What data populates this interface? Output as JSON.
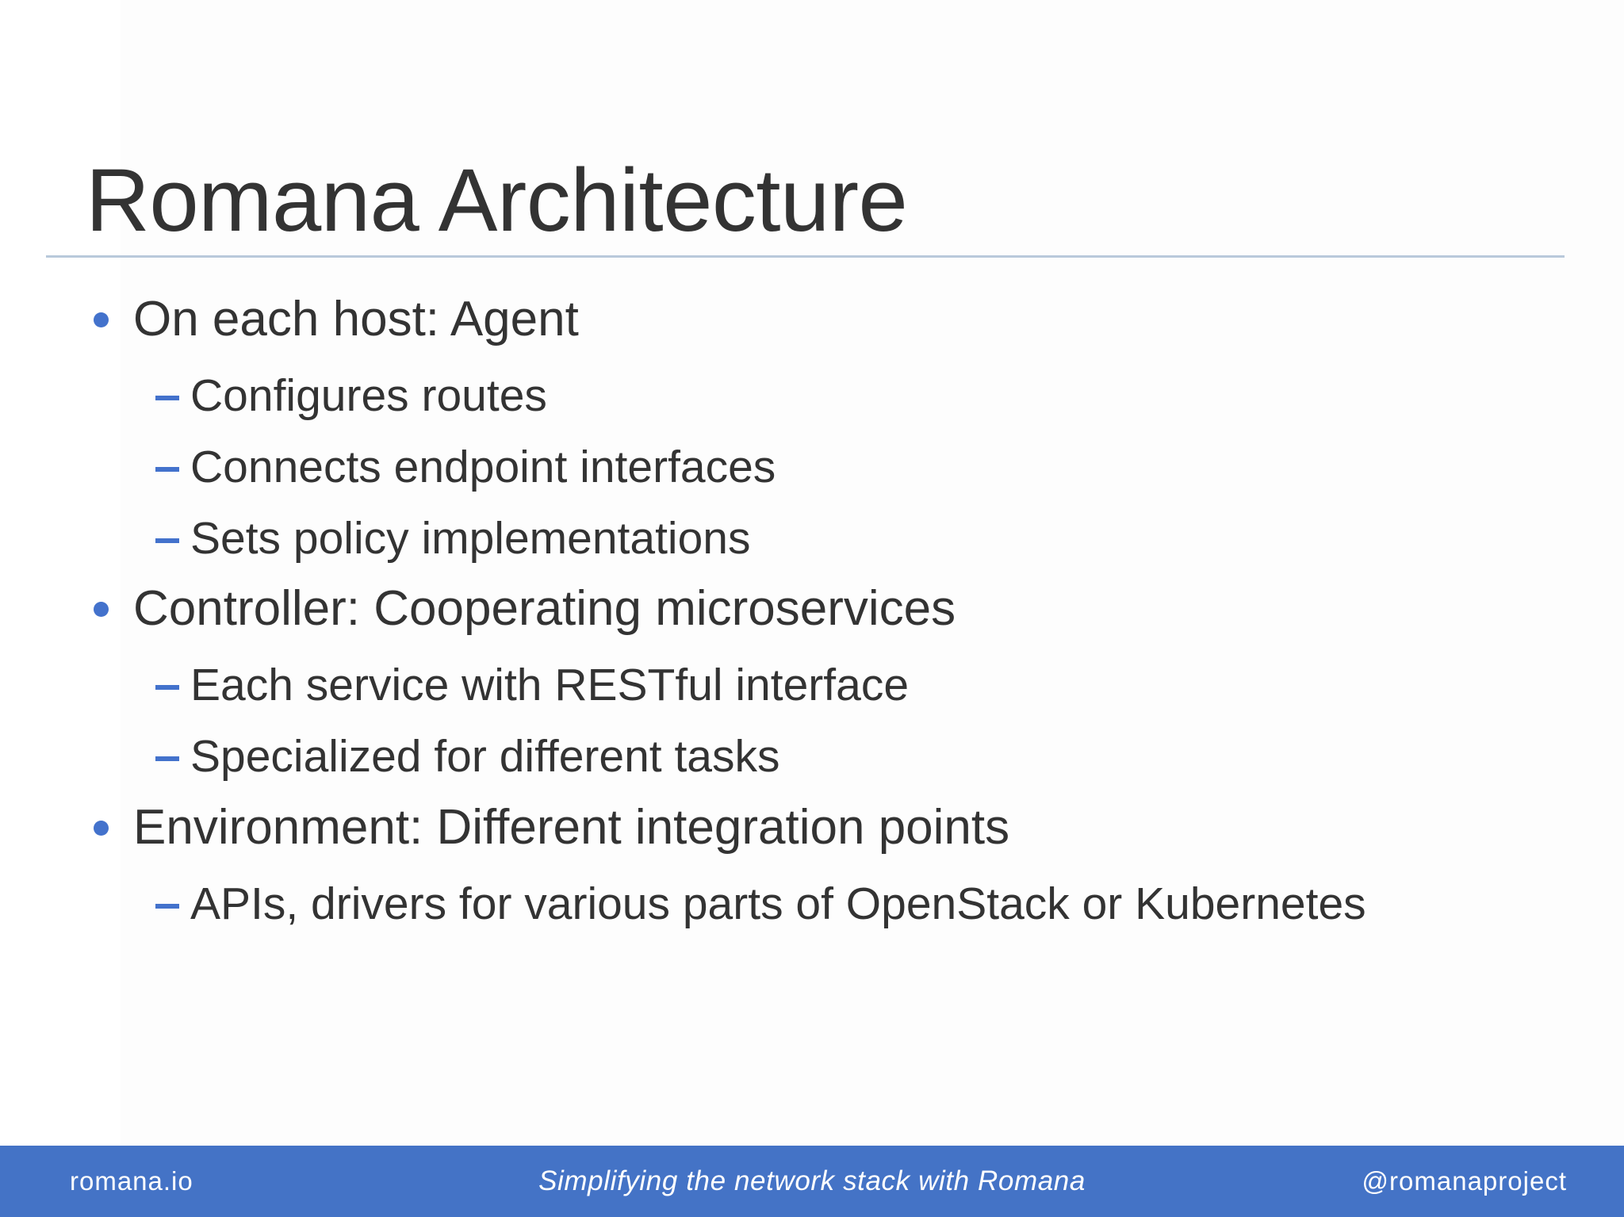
{
  "slide": {
    "title": "Romana Architecture",
    "colors": {
      "title_text": "#333333",
      "body_text": "#333333",
      "bullet_accent": "#4372CC",
      "rule": "#B9C9DB",
      "footer_bar": "#4473C6",
      "footer_text": "#FFFFFF",
      "background": "#FDFDFD"
    },
    "bullets": [
      {
        "level": 1,
        "marker": "disc-bullet-icon",
        "text": "On each host: Agent"
      },
      {
        "level": 2,
        "marker": "dash-bullet-icon",
        "text": "Configures routes"
      },
      {
        "level": 2,
        "marker": "dash-bullet-icon",
        "text": "Connects endpoint interfaces"
      },
      {
        "level": 2,
        "marker": "dash-bullet-icon",
        "text": "Sets policy implementations"
      },
      {
        "level": 1,
        "marker": "disc-bullet-icon",
        "text": "Controller: Cooperating microservices"
      },
      {
        "level": 2,
        "marker": "dash-bullet-icon",
        "text": "Each service with RESTful interface"
      },
      {
        "level": 2,
        "marker": "dash-bullet-icon",
        "text": "Specialized for different tasks"
      },
      {
        "level": 1,
        "marker": "disc-bullet-icon",
        "text": "Environment: Different integration points"
      },
      {
        "level": 2,
        "marker": "dash-bullet-icon",
        "text": "APIs, drivers for various parts of OpenStack or Kubernetes"
      }
    ],
    "footer": {
      "left": "romana.io",
      "center": "Simplifying the network stack with Romana",
      "right": "@romanaproject"
    }
  }
}
